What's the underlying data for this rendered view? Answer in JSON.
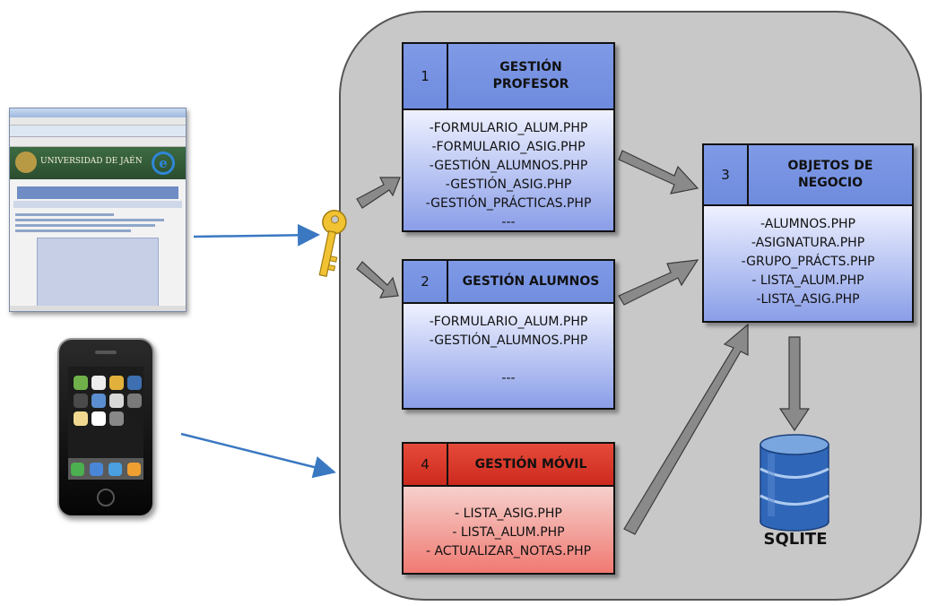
{
  "modules": {
    "profesor": {
      "number": "1",
      "title": "GESTIÓN\nPROFESOR",
      "files": [
        "-FORMULARIO_ALUM.PHP",
        "-FORMULARIO_ASIG.PHP",
        "-GESTIÓN_ALUMNOS.PHP",
        "-GESTIÓN_ASIG.PHP",
        "-GESTIÓN_PRÁCTICAS.PHP",
        "---"
      ]
    },
    "alumnos": {
      "number": "2",
      "title": "GESTIÓN ALUMNOS",
      "files": [
        "-FORMULARIO_ALUM.PHP",
        "-GESTIÓN_ALUMNOS.PHP",
        "",
        "---"
      ]
    },
    "negocio": {
      "number": "3",
      "title": "OBJETOS DE\nNEGOCIO",
      "files": [
        "-ALUMNOS.PHP",
        "-ASIGNATURA.PHP",
        "-GRUPO_PRÁCTS.PHP",
        "- LISTA_ALUM.PHP",
        "-LISTA_ASIG.PHP"
      ]
    },
    "movil": {
      "number": "4",
      "title": "GESTIÓN MÓVIL",
      "files": [
        "- LISTA_ASIG.PHP",
        "- LISTA_ALUM.PHP",
        "- ACTUALIZAR_NOTAS.PHP"
      ]
    }
  },
  "database": {
    "label": "SQLITE",
    "icon": "database-icon"
  },
  "browser": {
    "banner_text": "UNIVERSIDAD DE JAÉN",
    "icon": "browser-screenshot"
  },
  "phone": {
    "icon": "smartphone-icon"
  },
  "key": {
    "icon": "key-icon"
  },
  "colors": {
    "container": "#c8c8c8",
    "module_blue": "#4f6dcc",
    "module_red": "#cc2a1e",
    "arrow_grey": "#8a8a8a",
    "client_arrow": "#3a78c2",
    "db_blue": "#2f66b8"
  }
}
